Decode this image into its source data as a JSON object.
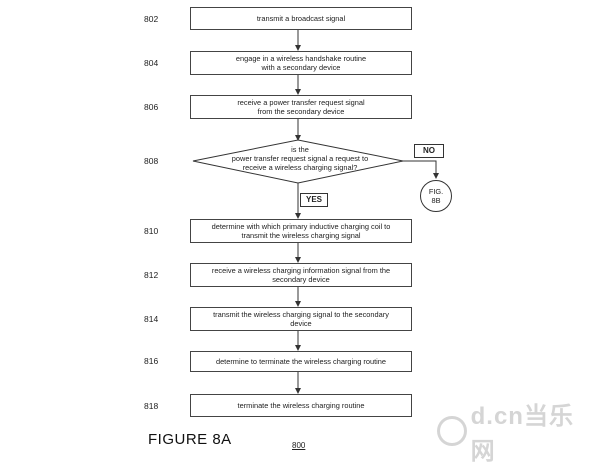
{
  "steps": [
    {
      "num": "802",
      "text": "transmit a broadcast signal"
    },
    {
      "num": "804",
      "text": "engage in a wireless handshake routine\nwith a secondary device"
    },
    {
      "num": "806",
      "text": "receive a power transfer request signal\nfrom the secondary device"
    },
    {
      "num": "810",
      "text": "determine with which primary inductive charging coil to\ntransmit the wireless charging signal"
    },
    {
      "num": "812",
      "text": "receive a wireless charging information signal from the\nsecondary device"
    },
    {
      "num": "814",
      "text": "transmit the wireless charging signal to the secondary\ndevice"
    },
    {
      "num": "816",
      "text": "determine to terminate the wireless charging routine"
    },
    {
      "num": "818",
      "text": "terminate the wireless charging routine"
    }
  ],
  "decision": {
    "num": "808",
    "text": "is the\npower transfer request signal a request to\nreceive a wireless charging signal?",
    "no_label": "NO",
    "yes_label": "YES",
    "offpage_ref": "FIG.\n8B"
  },
  "figure": {
    "title": "FIGURE 8A",
    "number": "800"
  },
  "watermark": {
    "text": "d.cn当乐网",
    "icon": "dcn-logo-icon"
  }
}
